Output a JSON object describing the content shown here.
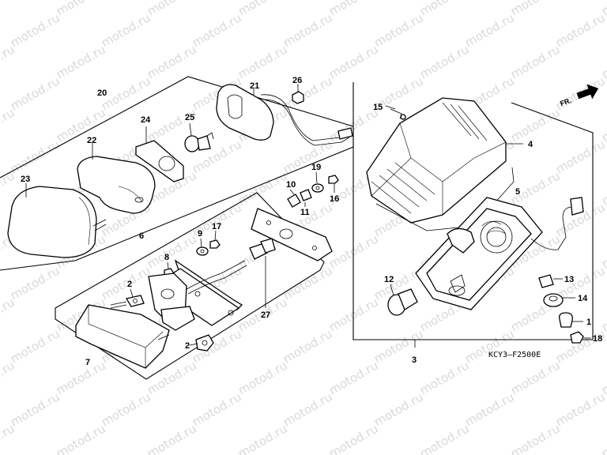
{
  "watermark": "motod.ru",
  "diagram_code": "KCY3–F2500E",
  "direction_marker": "FR.",
  "callouts": {
    "c1": "1",
    "c2a": "2",
    "c2b": "2",
    "c3": "3",
    "c4": "4",
    "c5": "5",
    "c6": "6",
    "c7": "7",
    "c8": "8",
    "c9": "9",
    "c10": "10",
    "c11": "11",
    "c12": "12",
    "c13": "13",
    "c14": "14",
    "c15": "15",
    "c16": "16",
    "c17": "17",
    "c18": "18",
    "c19": "19",
    "c20": "20",
    "c21": "21",
    "c22": "22",
    "c23": "23",
    "c24": "24",
    "c25": "25",
    "c26": "26",
    "c27": "27"
  }
}
